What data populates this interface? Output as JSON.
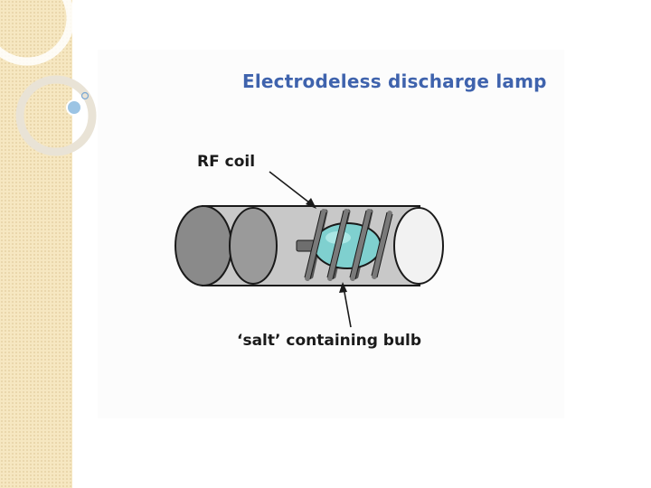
{
  "slide": {
    "title": "Electrodeless discharge lamp",
    "labels": {
      "rf_coil": "RF coil",
      "bulb": "‘salt’ containing bulb"
    }
  },
  "colors": {
    "side_band": "#f6e7c1",
    "title": "#3f63ad",
    "tube_fill": "#c8c8c8",
    "left_cap": "#8a8a8a",
    "right_cap": "#f2f2f2",
    "bulb": "#7fd0cf",
    "coil": "#7a7a7a",
    "deco_circle": "#9cc4e4"
  }
}
